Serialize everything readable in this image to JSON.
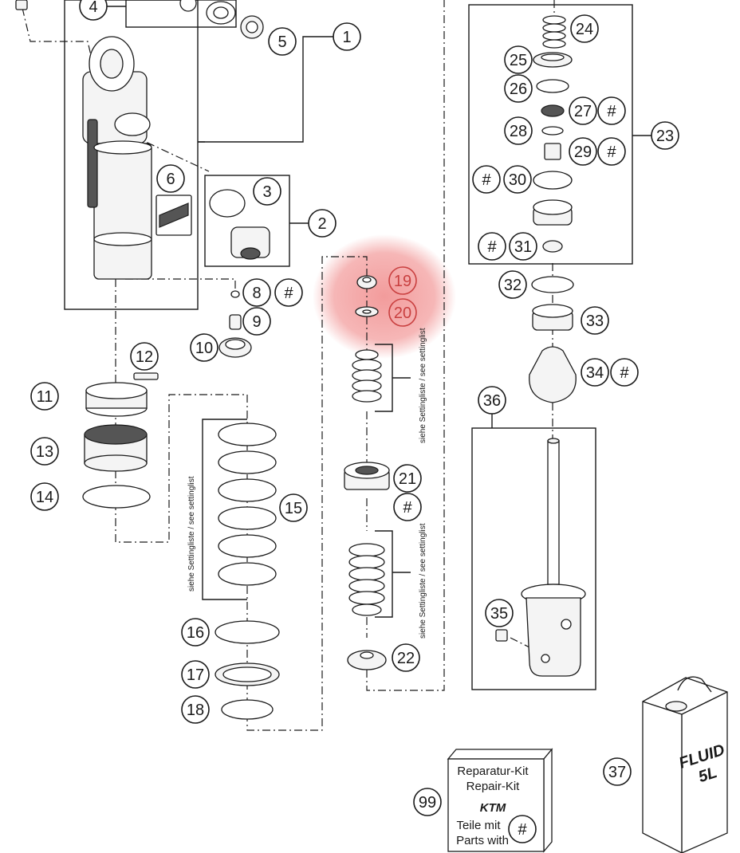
{
  "callouts": [
    {
      "id": "c4",
      "label": "4"
    },
    {
      "id": "c5",
      "label": "5"
    },
    {
      "id": "c1",
      "label": "1"
    },
    {
      "id": "c6",
      "label": "6"
    },
    {
      "id": "c3",
      "label": "3"
    },
    {
      "id": "c2",
      "label": "2"
    },
    {
      "id": "c8",
      "label": "8"
    },
    {
      "id": "c9",
      "label": "9"
    },
    {
      "id": "c10",
      "label": "10"
    },
    {
      "id": "c11",
      "label": "11"
    },
    {
      "id": "c12",
      "label": "12"
    },
    {
      "id": "c13",
      "label": "13"
    },
    {
      "id": "c14",
      "label": "14"
    },
    {
      "id": "c15",
      "label": "15"
    },
    {
      "id": "c16",
      "label": "16"
    },
    {
      "id": "c17",
      "label": "17"
    },
    {
      "id": "c18",
      "label": "18"
    },
    {
      "id": "c19",
      "label": "19"
    },
    {
      "id": "c20",
      "label": "20"
    },
    {
      "id": "c21",
      "label": "21"
    },
    {
      "id": "c22",
      "label": "22"
    },
    {
      "id": "c23",
      "label": "23"
    },
    {
      "id": "c24",
      "label": "24"
    },
    {
      "id": "c25",
      "label": "25"
    },
    {
      "id": "c26",
      "label": "26"
    },
    {
      "id": "c27",
      "label": "27"
    },
    {
      "id": "c28",
      "label": "28"
    },
    {
      "id": "c29",
      "label": "29"
    },
    {
      "id": "c30",
      "label": "30"
    },
    {
      "id": "c31",
      "label": "31"
    },
    {
      "id": "c32",
      "label": "32"
    },
    {
      "id": "c33",
      "label": "33"
    },
    {
      "id": "c34",
      "label": "34"
    },
    {
      "id": "c35",
      "label": "35"
    },
    {
      "id": "c36",
      "label": "36"
    },
    {
      "id": "c37",
      "label": "37"
    },
    {
      "id": "c99",
      "label": "99"
    }
  ],
  "hash_symbol": "#",
  "highlighted_parts": [
    "19",
    "20"
  ],
  "highlight_color": "#e84a4a",
  "setting_note": "siehe Settingliste / see settinglist",
  "repair_kit": {
    "line1": "Reparatur-Kit",
    "line2": "Repair-Kit",
    "logo": "KTM",
    "line3": "Teile mit",
    "line4": "Parts with"
  },
  "fluid_can": {
    "line1": "FLUID",
    "line2": "5L"
  }
}
